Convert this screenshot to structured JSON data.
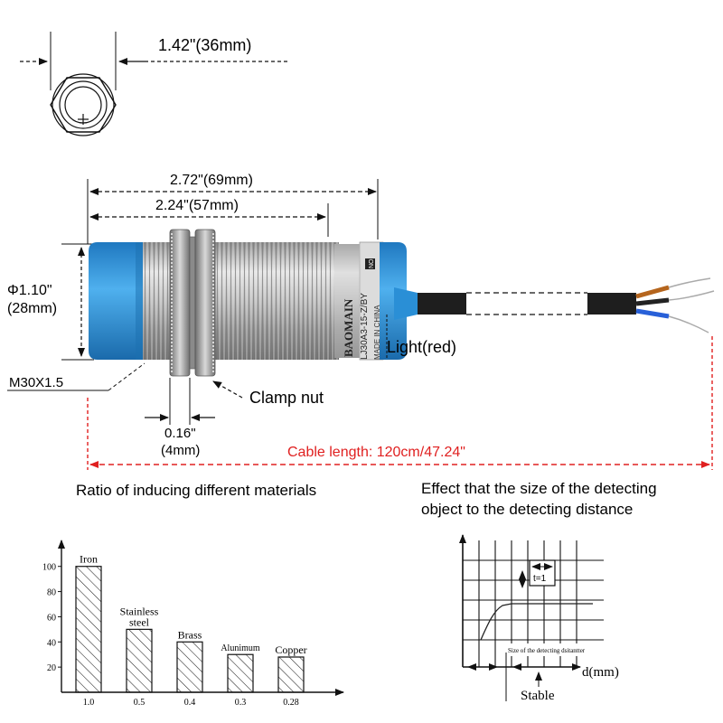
{
  "dimensions": {
    "hex_width": "1.42\"(36mm)",
    "total_length": "2.72\"(69mm)",
    "thread_length": "2.24\"(57mm)",
    "diameter_line1": "Φ1.10\"",
    "diameter_line2": "(28mm)",
    "thread_spec": "M30X1.5",
    "nut_thickness_line1": "0.16\"",
    "nut_thickness_line2": "(4mm)"
  },
  "labels": {
    "light": "Light(red)",
    "clamp_nut": "Clamp nut",
    "cable_length": "Cable length: 120cm/47.24\""
  },
  "sensor_print": {
    "brand": "BAOMAIN",
    "model": "LJ30A3-15-Z/BY",
    "origin": "MADE IN CHINA",
    "no_mark": "NO"
  },
  "sections": {
    "materials_title": "Ratio of inducing different materials",
    "effect_title_line1": "Effect that the size of the detecting",
    "effect_title_line2": "object to the detecting distance"
  },
  "effect_diagram": {
    "t_label": "t=1",
    "curve_caption": "Size of the detecting dsitantter",
    "x_axis_label": "d(mm)",
    "stable_label": "Stable"
  },
  "colors": {
    "cap_blue": "#2a8fd6",
    "cable_red": "#e02020",
    "metal": "#c9c9c9"
  },
  "chart_data": {
    "type": "bar",
    "categories": [
      "Iron",
      "Stainless steel",
      "Brass",
      "Alunimum",
      "Copper"
    ],
    "ratio_labels": [
      "1.0",
      "0.5",
      "0.4",
      "0.3",
      "0.28"
    ],
    "values": [
      100,
      50,
      40,
      30,
      28
    ],
    "y_ticks": [
      20,
      40,
      60,
      80,
      100
    ],
    "ylim": [
      0,
      112
    ]
  }
}
